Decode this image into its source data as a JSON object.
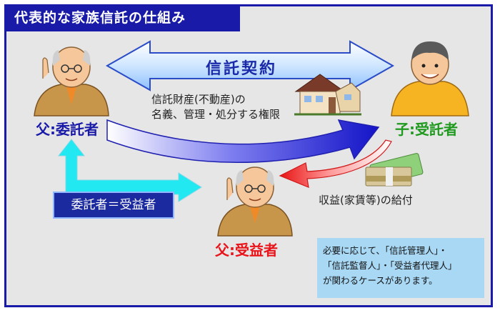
{
  "title": "代表的な家族信託の仕組み",
  "contract_label": "信託契約",
  "father_settlor_label": "父:委託者",
  "child_trustee_label": "子:受託者",
  "father_beneficiary_label": "父:受益者",
  "transfer_text": [
    "信託財産(不動産)の",
    "名義、管理・処分する権限"
  ],
  "income_text": "収益(家賃等)の給付",
  "equal_text": "委託者＝受益者",
  "note_lines": [
    "必要に応じて、「信託管理人」・",
    "「信託監督人」・「受益者代理人」",
    "が関わるケースがあります。"
  ],
  "colors": {
    "navy": "#1a1aa8",
    "settlor_text": "#1a1aa8",
    "trustee_text": "#1f9a1f",
    "beneficiary_text": "#e8141a",
    "cyan_arrow": "#22e8f2",
    "note_bg": "#a9d8f5"
  }
}
